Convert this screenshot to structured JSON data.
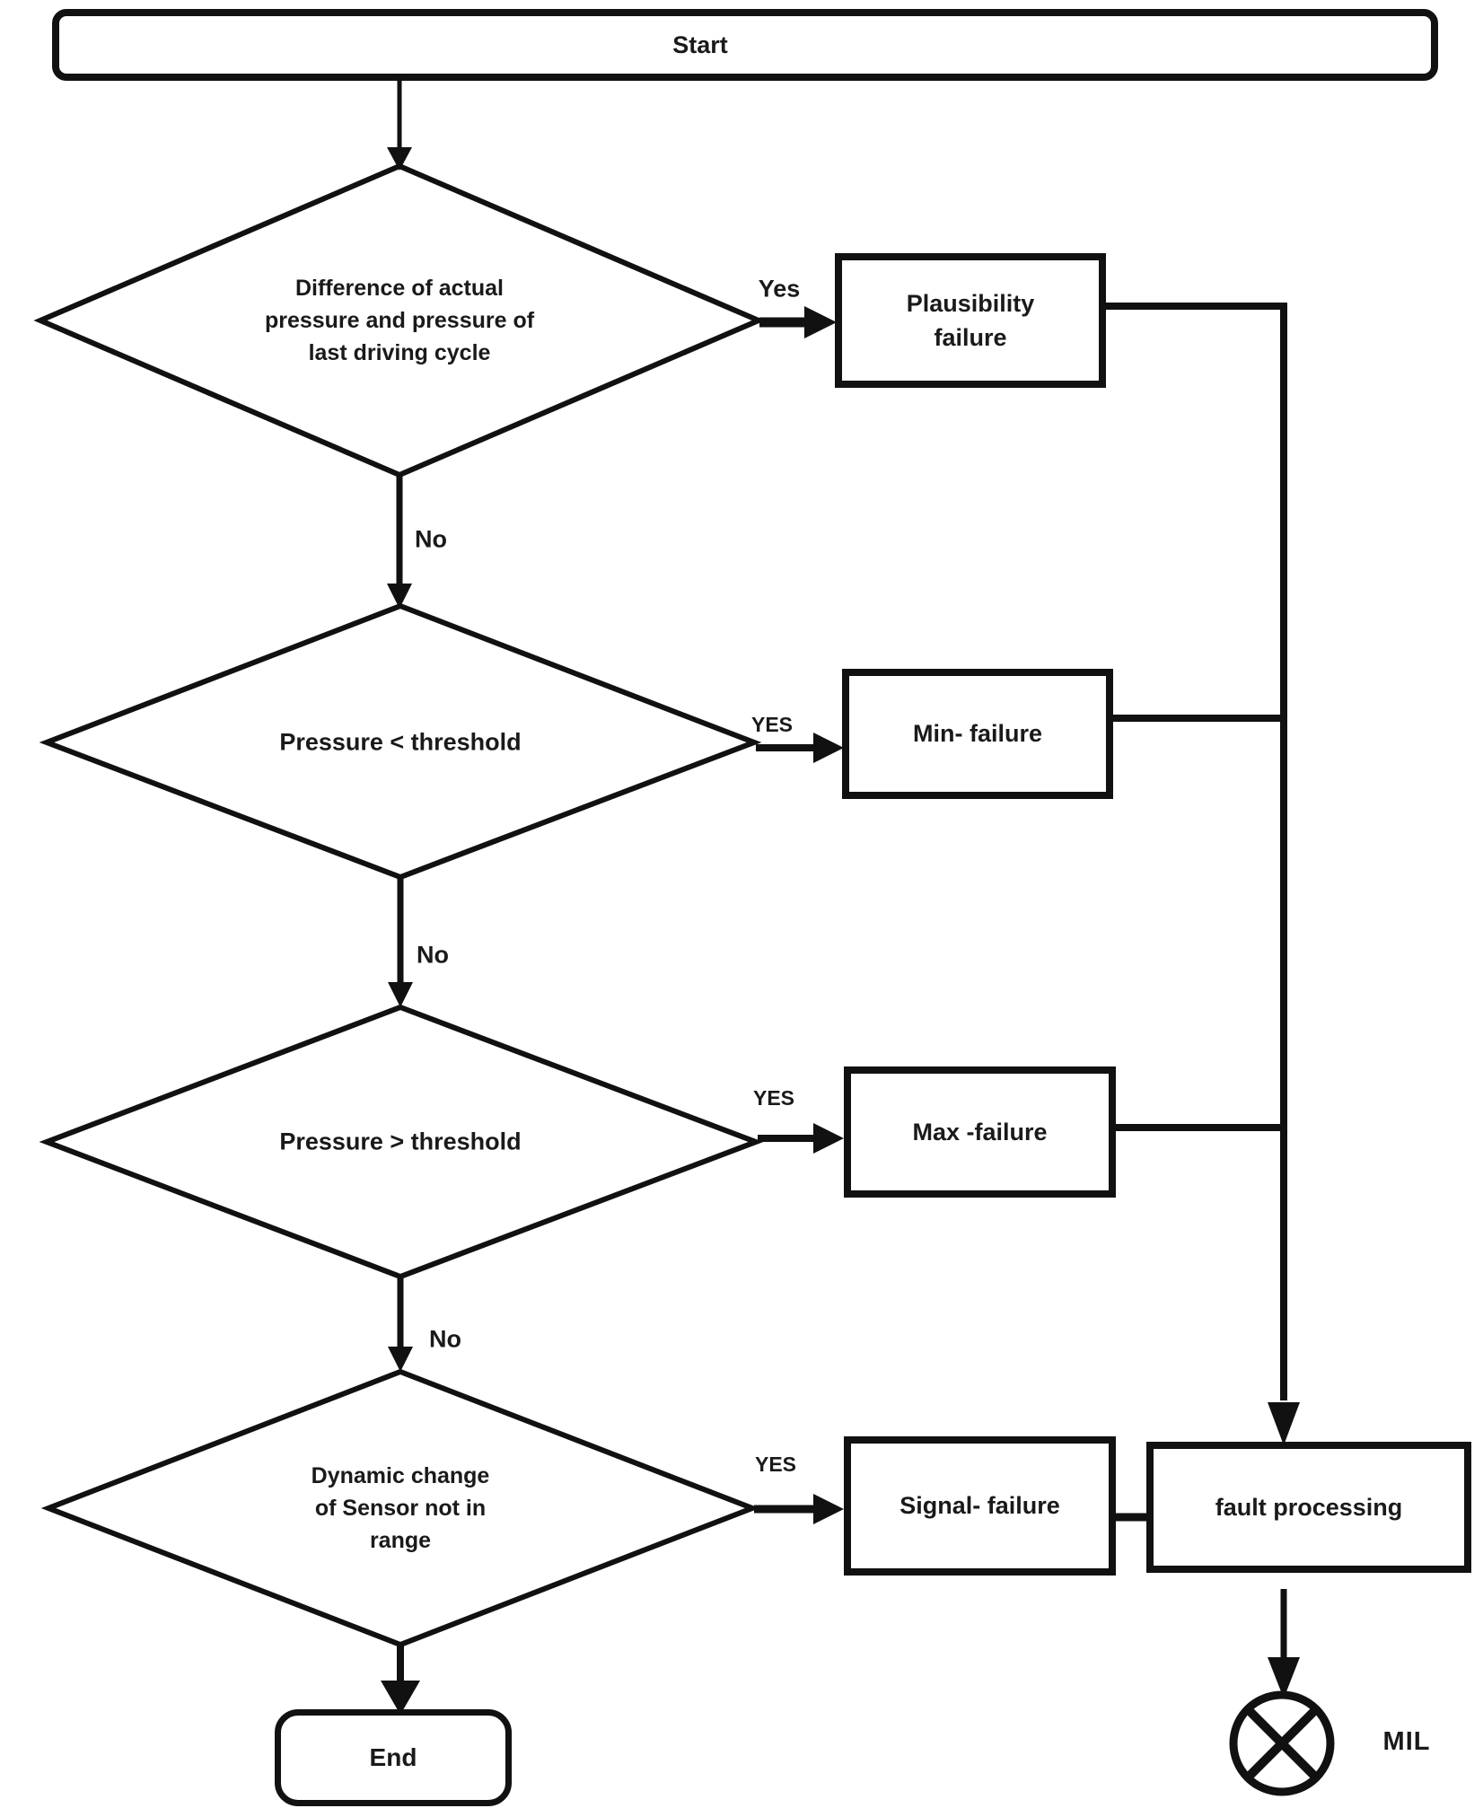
{
  "diagram": {
    "background": "#ffffff",
    "line_color": "#111111",
    "text_color": "#1a1a1a",
    "nodes": {
      "start": "Start",
      "end": "End",
      "decision1": "Difference of  actual\npressure and pressure of\nlast driving cycle",
      "decision2": "Pressure < threshold",
      "decision3": "Pressure > threshold",
      "decision4": "Dynamic change\nof Sensor not in\nrange",
      "plausibility_failure": "Plausibility\nfailure",
      "min_failure": "Min- failure",
      "max_failure": "Max -failure",
      "signal_failure": "Signal- failure",
      "fault_processing": "fault processing"
    },
    "edge_labels": {
      "yes1": "Yes",
      "no1": "No",
      "yes2": "YES",
      "no2": "No",
      "yes3": "YES",
      "no3": "No",
      "yes4": "YES"
    },
    "mil_label": "MIL",
    "icons": {
      "mil_lamp": "circle-x-lamp-icon"
    }
  }
}
